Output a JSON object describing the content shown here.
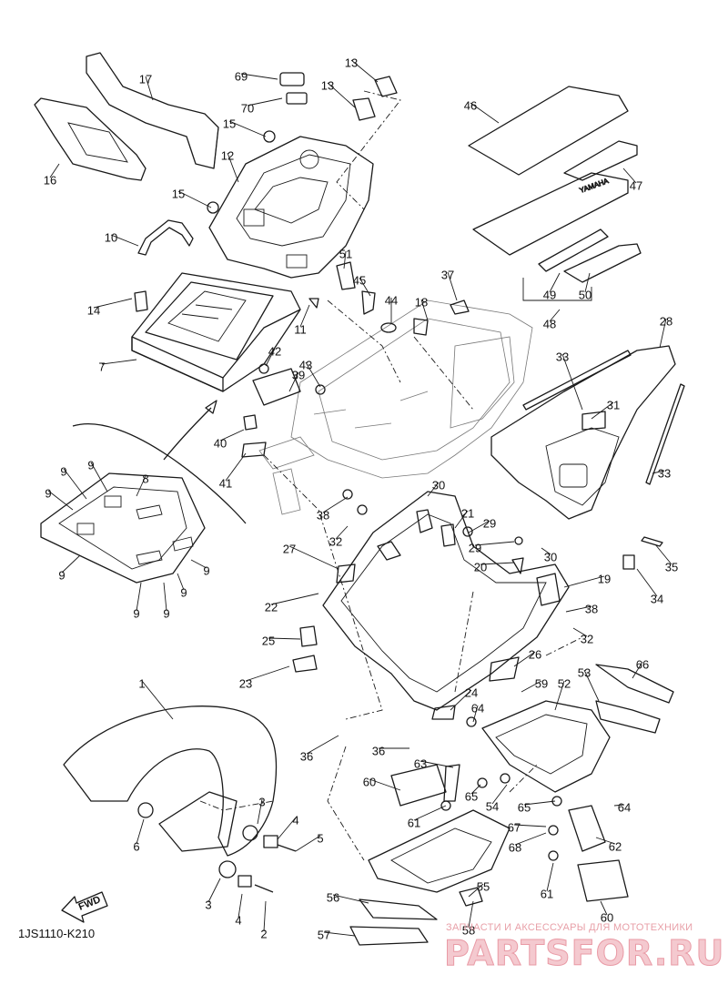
{
  "diagram_code": "1JS1110-K210",
  "fwd_label": "FWD",
  "watermark": {
    "tagline": "ЗАПЧАСТИ И АКСЕССУАРЫ ДЛЯ МОТОТЕХНИКИ",
    "brand": "PARTSFOR.RU"
  },
  "tool_brand": "YAMAHA",
  "callouts": [
    "1",
    "2",
    "3",
    "3",
    "4",
    "4",
    "5",
    "6",
    "7",
    "8",
    "9",
    "9",
    "9",
    "9",
    "9",
    "9",
    "9",
    "9",
    "10",
    "11",
    "12",
    "13",
    "13",
    "14",
    "15",
    "15",
    "16",
    "17",
    "18",
    "19",
    "20",
    "21",
    "22",
    "23",
    "24",
    "25",
    "26",
    "27",
    "28",
    "29",
    "29",
    "30",
    "30",
    "31",
    "32",
    "32",
    "33",
    "33",
    "34",
    "35",
    "36",
    "36",
    "37",
    "38",
    "38",
    "39",
    "40",
    "41",
    "42",
    "43",
    "44",
    "45",
    "46",
    "47",
    "48",
    "49",
    "50",
    "51",
    "52",
    "53",
    "54",
    "55",
    "56",
    "57",
    "58",
    "59",
    "60",
    "60",
    "61",
    "61",
    "62",
    "63",
    "64",
    "64",
    "65",
    "65",
    "66",
    "67",
    "68",
    "69",
    "70"
  ]
}
